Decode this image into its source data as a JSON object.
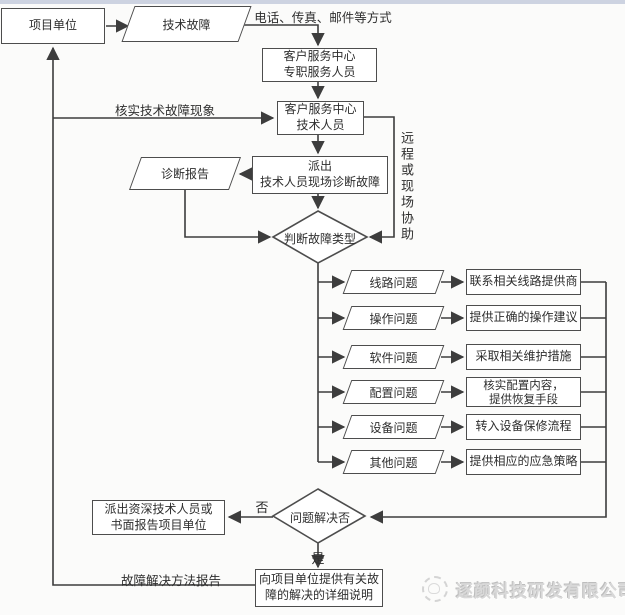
{
  "nodes": {
    "project_unit": "项目单位",
    "tech_fault": "技术故障",
    "service_center_staff": "客户服务中心\n专职服务人员",
    "service_center_tech": "客户服务中心\n技术人员",
    "diagnosis_report": "诊断报告",
    "dispatch_onsite": "派出\n技术人员现场诊断故障",
    "judge_fault_type": "判断故障类型",
    "problem_solved": "问题解决否",
    "senior_dispatch": "派出资深技术人员或\n书面报告项目单位",
    "provide_explanation": "向项目单位提供有关故\n障的解决的详细说明"
  },
  "edge_labels": {
    "contact_methods": "电话、传真、邮件等方式",
    "verify_fault": "核实技术故障现象",
    "remote_assist": "远程或现场协助",
    "no": "否",
    "yes": "是",
    "fault_solution_report": "故障解决方法报告"
  },
  "branches": [
    {
      "condition": "线路问题",
      "action": "联系相关线路提供商"
    },
    {
      "condition": "操作问题",
      "action": "提供正确的操作建议"
    },
    {
      "condition": "软件问题",
      "action": "采取相关维护措施"
    },
    {
      "condition": "配置问题",
      "action": "核实配置内容，\n提供恢复手段"
    },
    {
      "condition": "设备问题",
      "action": "转入设备保修流程"
    },
    {
      "condition": "其他问题",
      "action": "提供相应的应急策略"
    }
  ],
  "watermark": {
    "company": "逐颜科技研发有限公司"
  },
  "colors": {
    "line": "#3d3d3d",
    "border": "#4d4d4d",
    "text": "#2e2e2e",
    "watermark_text": "#d8d8d8",
    "top_strip": "#cdd3e1",
    "background": "#fbfbfa"
  }
}
